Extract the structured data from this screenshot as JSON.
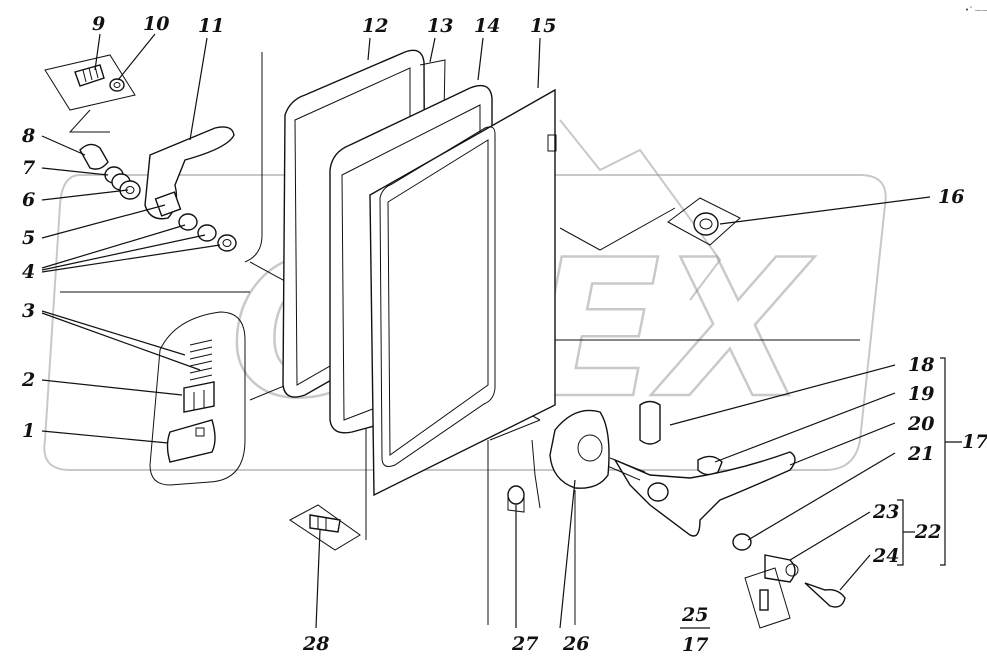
{
  "diagram": {
    "corner_mark": "•˘ ——",
    "watermark": "OPEX",
    "callouts": [
      {
        "id": "c1",
        "text": "1"
      },
      {
        "id": "c2",
        "text": "2"
      },
      {
        "id": "c3",
        "text": "3"
      },
      {
        "id": "c4",
        "text": "4"
      },
      {
        "id": "c5",
        "text": "5"
      },
      {
        "id": "c6",
        "text": "6"
      },
      {
        "id": "c7",
        "text": "7"
      },
      {
        "id": "c8",
        "text": "8"
      },
      {
        "id": "c9",
        "text": "9"
      },
      {
        "id": "c10",
        "text": "10"
      },
      {
        "id": "c11",
        "text": "11"
      },
      {
        "id": "c12",
        "text": "12"
      },
      {
        "id": "c13",
        "text": "13"
      },
      {
        "id": "c14",
        "text": "14"
      },
      {
        "id": "c15",
        "text": "15"
      },
      {
        "id": "c16",
        "text": "16"
      },
      {
        "id": "c17",
        "text": "17"
      },
      {
        "id": "c18",
        "text": "18"
      },
      {
        "id": "c19",
        "text": "19"
      },
      {
        "id": "c20",
        "text": "20"
      },
      {
        "id": "c21",
        "text": "21"
      },
      {
        "id": "c22",
        "text": "22"
      },
      {
        "id": "c23",
        "text": "23"
      },
      {
        "id": "c24",
        "text": "24"
      },
      {
        "id": "c25",
        "text": "25"
      },
      {
        "id": "c25b",
        "text": "17"
      },
      {
        "id": "c26",
        "text": "26"
      },
      {
        "id": "c27",
        "text": "27"
      },
      {
        "id": "c28",
        "text": "28"
      }
    ]
  }
}
